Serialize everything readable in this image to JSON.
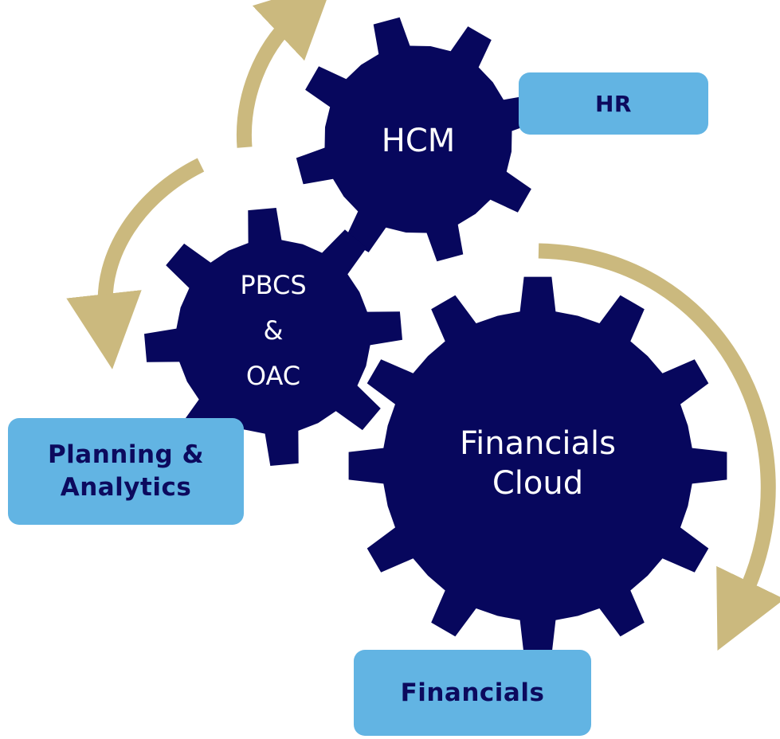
{
  "colors": {
    "gear": "#07075d",
    "arrow": "#cbb97e",
    "box_fill": "#62b4e3",
    "box_text": "#0c0a5e",
    "gear_text": "#ffffff"
  },
  "gears": {
    "hcm": {
      "label": "HCM"
    },
    "pbcs": {
      "line1": "PBCS",
      "line2": "&",
      "line3": "OAC"
    },
    "financials_cloud": {
      "line1": "Financials",
      "line2": "Cloud"
    }
  },
  "boxes": {
    "hr": "HR",
    "planning_line1": "Planning &",
    "planning_line2": "Analytics",
    "financials": "Financials"
  }
}
